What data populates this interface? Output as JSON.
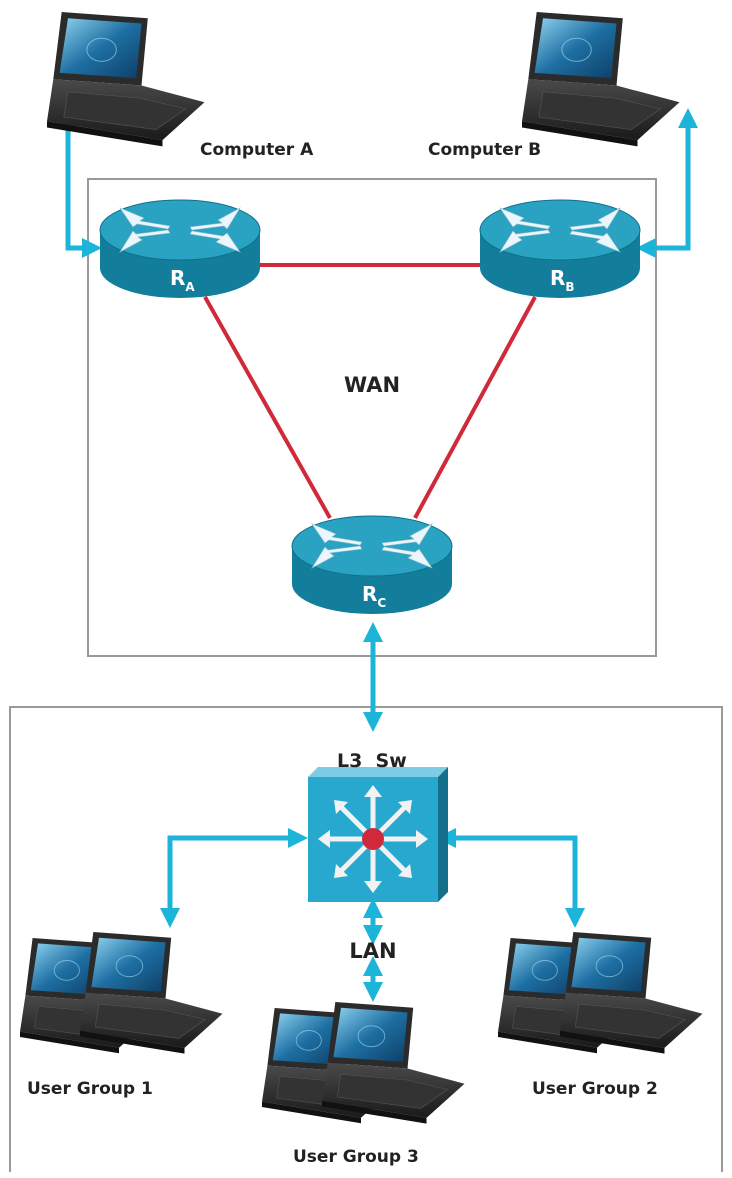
{
  "colors": {
    "wan_link": "#d0293a",
    "access_link": "#1cb5d9",
    "router_top": "#2aa3c3",
    "router_side": "#137e9c",
    "switch_front": "#27a9cf",
    "switch_side": "#146f8c",
    "switch_center": "#d0293a",
    "laptop_body": "#2b2b2b",
    "laptop_screen": "#1e6fa3",
    "border": "#999999"
  },
  "labels": {
    "computer_a": "Computer A",
    "computer_b": "Computer B",
    "wan": "WAN",
    "lan": "LAN",
    "switch": "L3  Sw",
    "user_group_1": "User Group 1",
    "user_group_2": "User Group 2",
    "user_group_3": "User Group 3"
  },
  "routers": {
    "a": {
      "main": "R",
      "sub": "A"
    },
    "b": {
      "main": "R",
      "sub": "B"
    },
    "c": {
      "main": "R",
      "sub": "C"
    }
  },
  "icons": {
    "router": "router-icon",
    "switch": "layer3-switch-icon",
    "laptop": "laptop-icon"
  }
}
